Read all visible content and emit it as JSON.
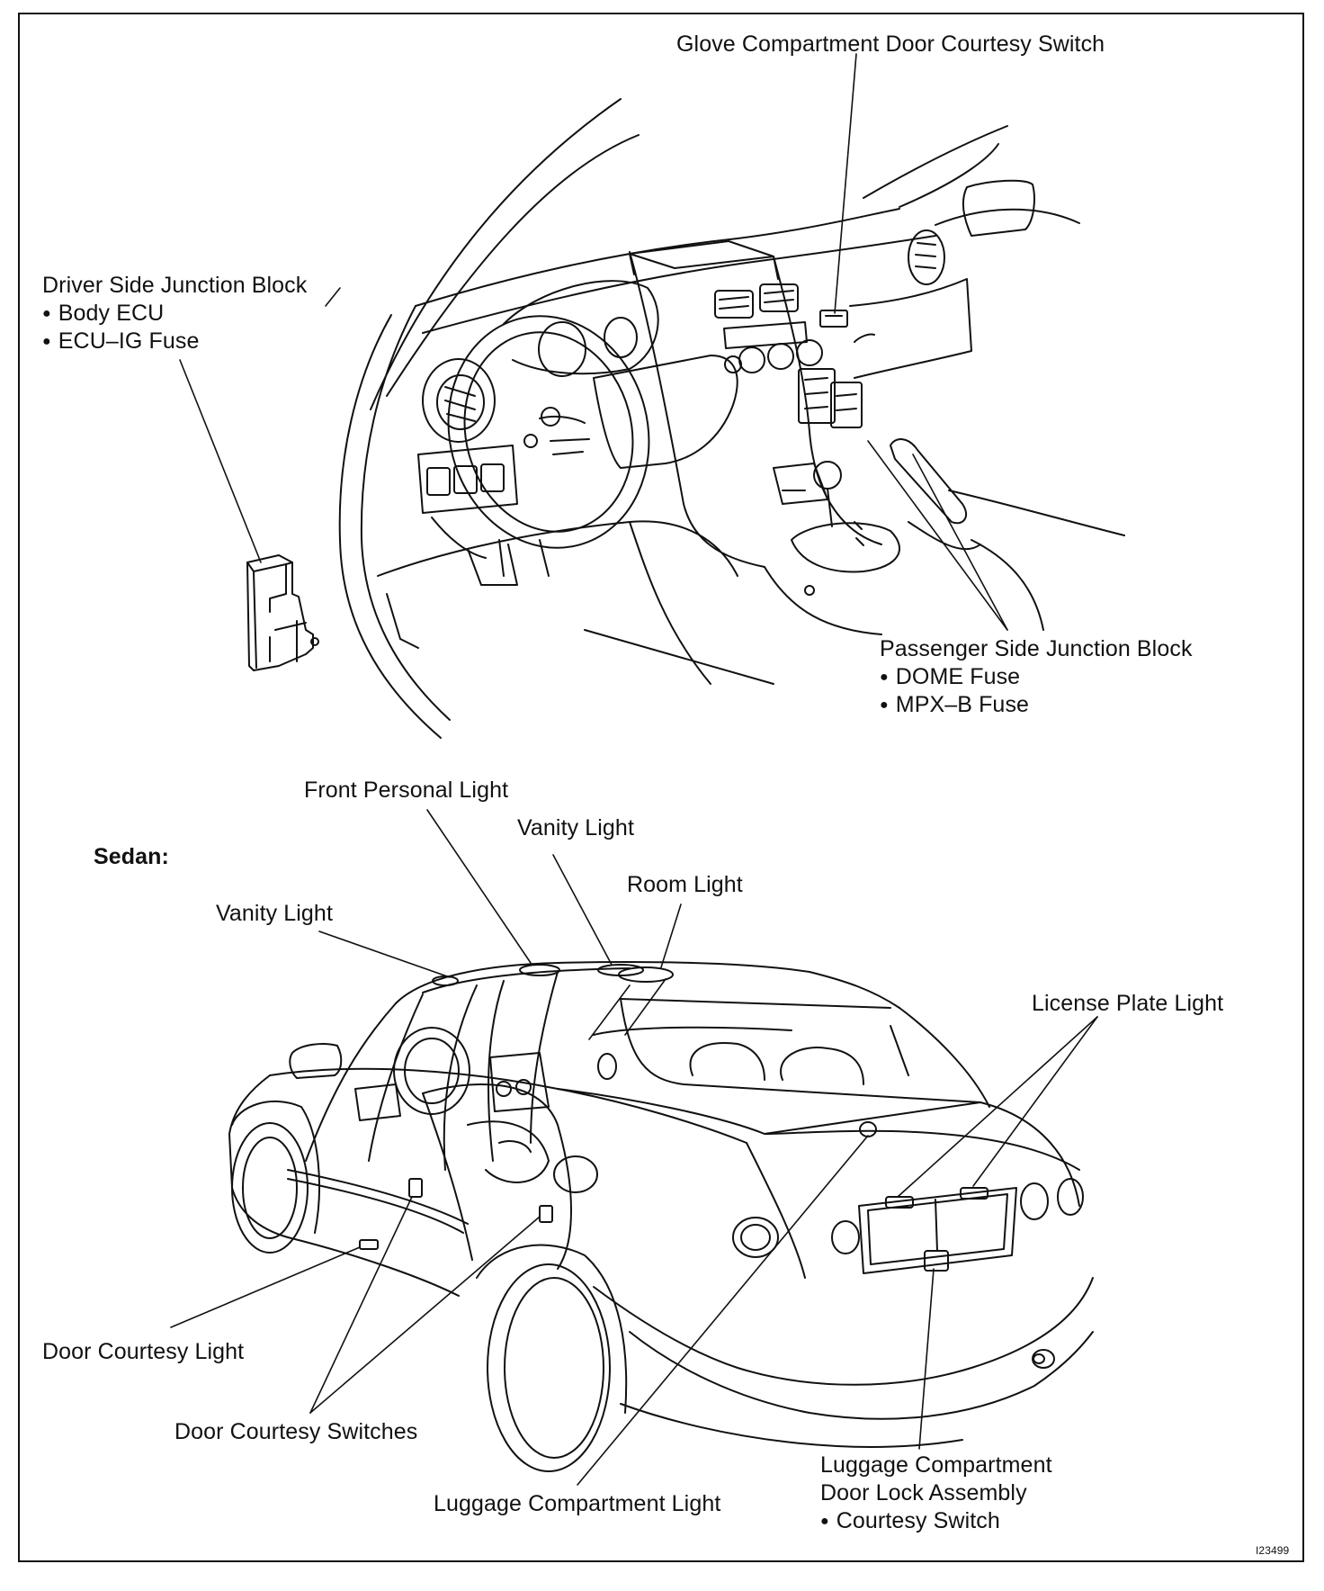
{
  "labels": {
    "glove_switch": "Glove Compartment Door Courtesy Switch",
    "driver_jb": {
      "title": "Driver Side Junction Block",
      "items": [
        "Body ECU",
        "ECU–IG Fuse"
      ]
    },
    "passenger_jb": {
      "title": "Passenger Side Junction Block",
      "items": [
        "DOME Fuse",
        "MPX–B Fuse"
      ]
    },
    "front_personal_light": "Front Personal Light",
    "vanity_light_right": "Vanity Light",
    "sedan": "Sedan:",
    "room_light": "Room Light",
    "vanity_light_left": "Vanity Light",
    "license_plate_light": "License Plate Light",
    "door_courtesy_light": "Door Courtesy Light",
    "door_courtesy_switches": "Door Courtesy Switches",
    "luggage_lock": {
      "title1": "Luggage Compartment",
      "title2": "Door Lock Assembly",
      "items": [
        "Courtesy Switch"
      ]
    },
    "luggage_light": "Luggage Compartment Light",
    "figure_id": "I23499"
  },
  "icons": [
    "dashboard-interior-drawing",
    "junction-block-drawing",
    "sedan-rear-view-drawing"
  ]
}
